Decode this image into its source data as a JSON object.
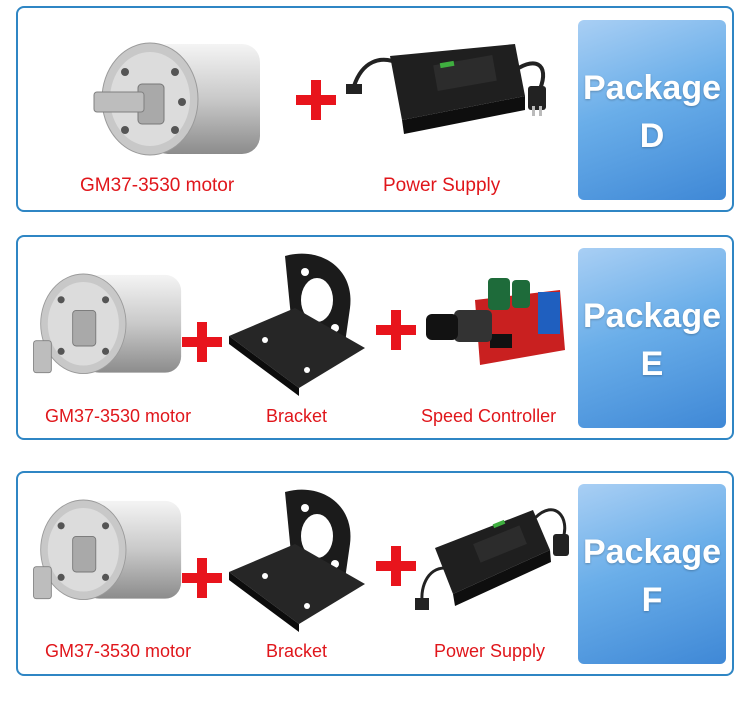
{
  "packages": [
    {
      "badge_word": "Package",
      "badge_letter": "D",
      "items": [
        "GM37-3530 motor",
        "Power Supply"
      ]
    },
    {
      "badge_word": "Package",
      "badge_letter": "E",
      "items": [
        "GM37-3530 motor",
        "Bracket",
        "Speed Controller"
      ]
    },
    {
      "badge_word": "Package",
      "badge_letter": "F",
      "items": [
        "GM37-3530 motor",
        "Bracket",
        "Power Supply"
      ]
    }
  ],
  "colors": {
    "frame": "#2f86c4",
    "accent_red": "#e0161b",
    "badge_blue": "#5a9fe3"
  },
  "icons": [
    "gear-motor-icon",
    "plus-icon",
    "power-supply-icon",
    "mounting-bracket-icon",
    "speed-controller-icon"
  ]
}
